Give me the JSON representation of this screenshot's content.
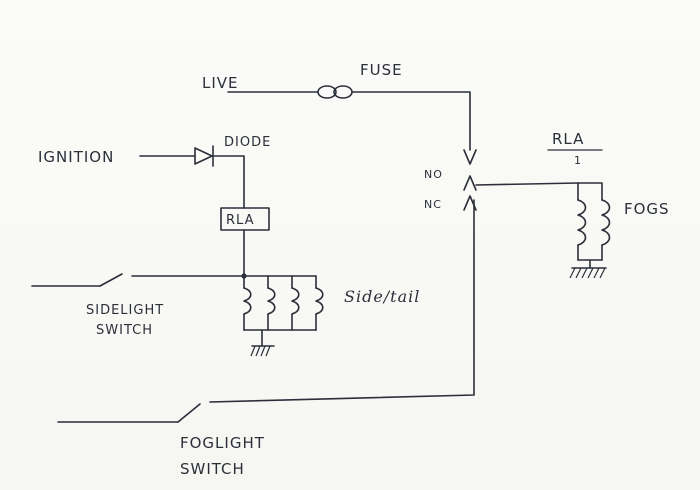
{
  "labels": {
    "live": "LIVE",
    "fuse": "FUSE",
    "ignition": "IGNITION",
    "diode": "DIODE",
    "rla_left": "RLA",
    "rla_right": "RLA",
    "rla_right_num": "1",
    "no": "NO",
    "nc": "NC",
    "fogs": "FOGS",
    "side_tail": "Side/tail",
    "sidelight_switch_line1": "SIDELIGHT",
    "sidelight_switch_line2": "SWITCH",
    "foglight_switch_line1": "FOGLIGHT",
    "foglight_switch_line2": "SWITCH"
  },
  "colors": {
    "ink": "#2b2f3a",
    "paper": "#f6f6f2"
  }
}
